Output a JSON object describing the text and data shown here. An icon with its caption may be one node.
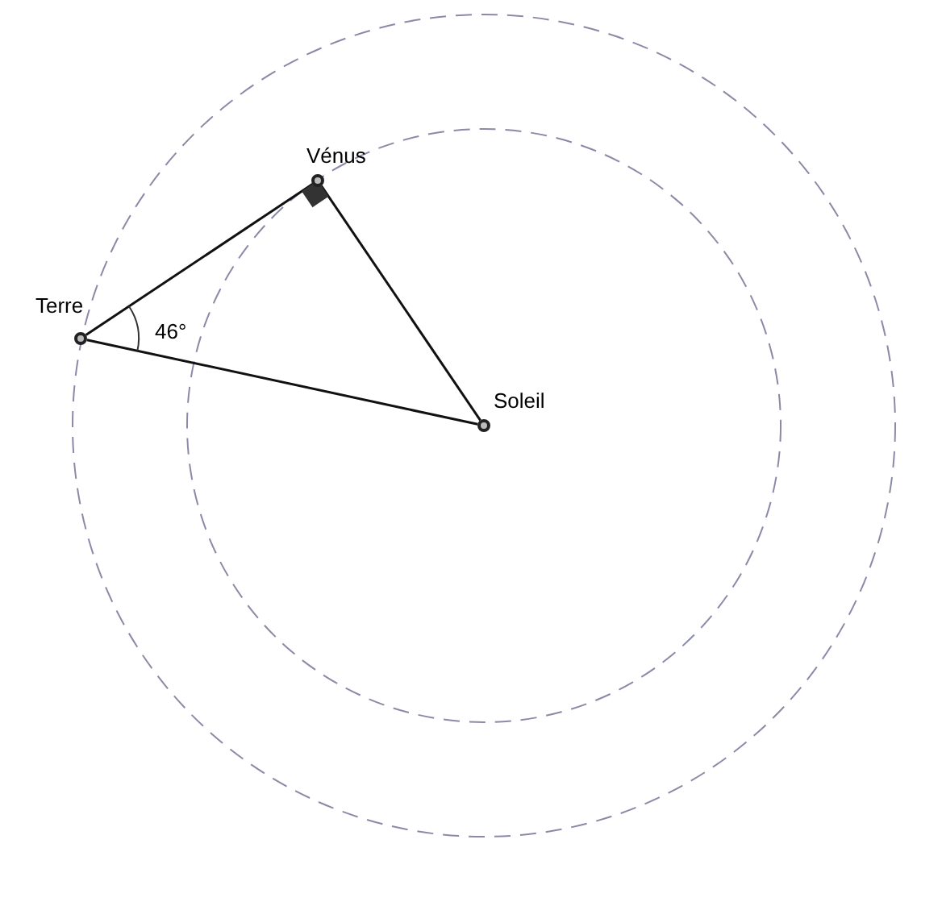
{
  "diagram": {
    "nodes": [
      {
        "text": [],
        "shape": "circle",
        "beside": [
          "Terre"
        ]
      },
      {
        "text": [],
        "shape": "circle",
        "beside": [
          "Vénus"
        ]
      },
      {
        "text": [],
        "shape": "circle",
        "beside": [
          "Soleil"
        ]
      }
    ],
    "edges": [
      {
        "from": 0,
        "to": 1,
        "arrow": "none"
      },
      {
        "from": 1,
        "to": 2,
        "arrow": "none"
      },
      {
        "from": 0,
        "to": 2,
        "arrow": "none"
      }
    ],
    "labels": [
      "46°"
    ]
  }
}
